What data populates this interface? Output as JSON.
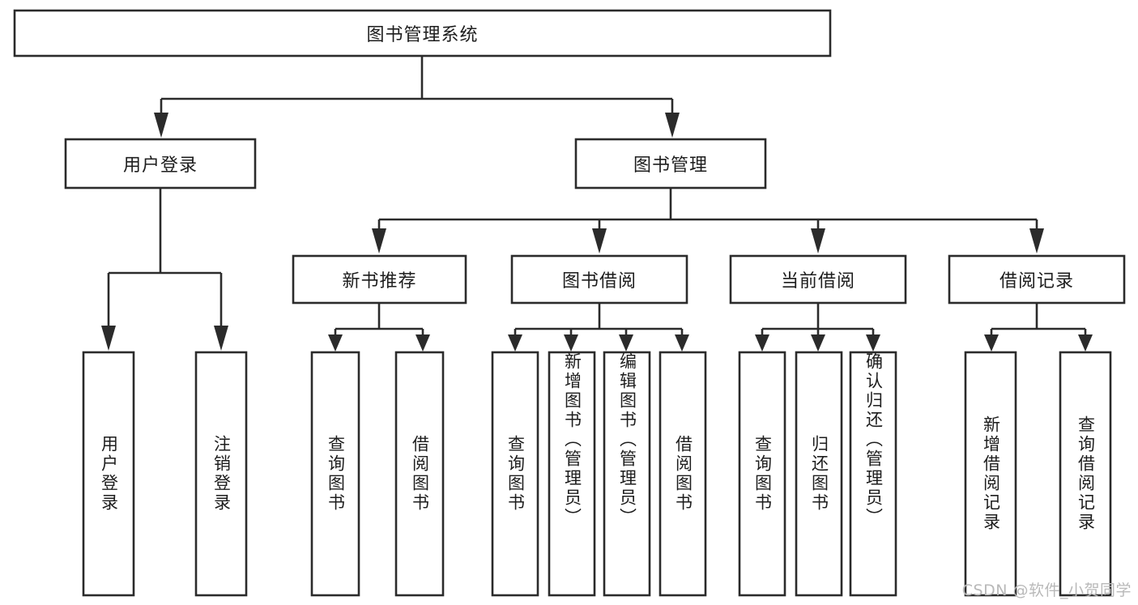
{
  "diagram": {
    "title": "图书管理系统",
    "type": "tree-hierarchy",
    "watermark": "CSDN @软件_小贺同学",
    "colors": {
      "box_stroke": "#2b2b2b",
      "box_fill": "#ffffff",
      "text": "#1d1d1d",
      "background": "#ffffff",
      "watermark": "#b9b9b9"
    },
    "root": {
      "label": "图书管理系统"
    },
    "level2": [
      {
        "label": "用户登录"
      },
      {
        "label": "图书管理"
      }
    ],
    "level3": [
      {
        "label": "新书推荐"
      },
      {
        "label": "图书借阅"
      },
      {
        "label": "当前借阅"
      },
      {
        "label": "借阅记录"
      }
    ],
    "leaves": {
      "user_login": [
        {
          "label": "用户登录"
        },
        {
          "label": "注销登录"
        }
      ],
      "new_book_recommend": [
        {
          "label": "查询图书"
        },
        {
          "label": "借阅图书"
        }
      ],
      "book_borrow": [
        {
          "label": "查询图书"
        },
        {
          "label": "新增图书（管理员）"
        },
        {
          "label": "编辑图书（管理员）"
        },
        {
          "label": "借阅图书"
        }
      ],
      "current_borrow": [
        {
          "label": "查询图书"
        },
        {
          "label": "归还图书"
        },
        {
          "label": "确认归还（管理员）"
        }
      ],
      "borrow_records": [
        {
          "label": "新增借阅记录"
        },
        {
          "label": "查询借阅记录"
        }
      ]
    }
  }
}
